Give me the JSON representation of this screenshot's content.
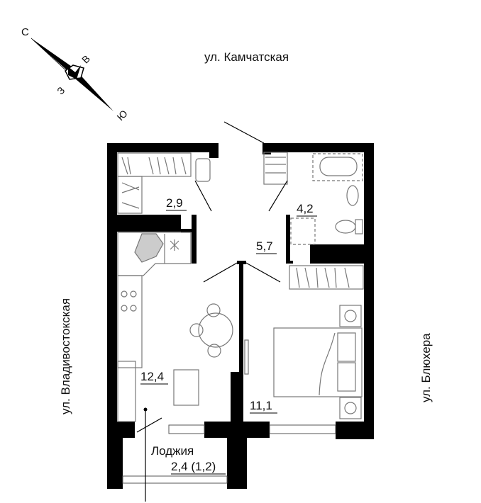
{
  "streets": {
    "top": "ул. Камчатская",
    "left": "ул. Владивостокская",
    "right": "ул. Блюхера"
  },
  "compass": {
    "north": "С",
    "east": "В",
    "west": "З",
    "south": "Ю"
  },
  "rooms": {
    "wardrobe": "2,9",
    "bathroom": "4,2",
    "hall": "5,7",
    "kitchen_living": "12,4",
    "bedroom": "11,1",
    "loggia_label": "Лоджия",
    "loggia_area": "2,4 (1,2)"
  }
}
